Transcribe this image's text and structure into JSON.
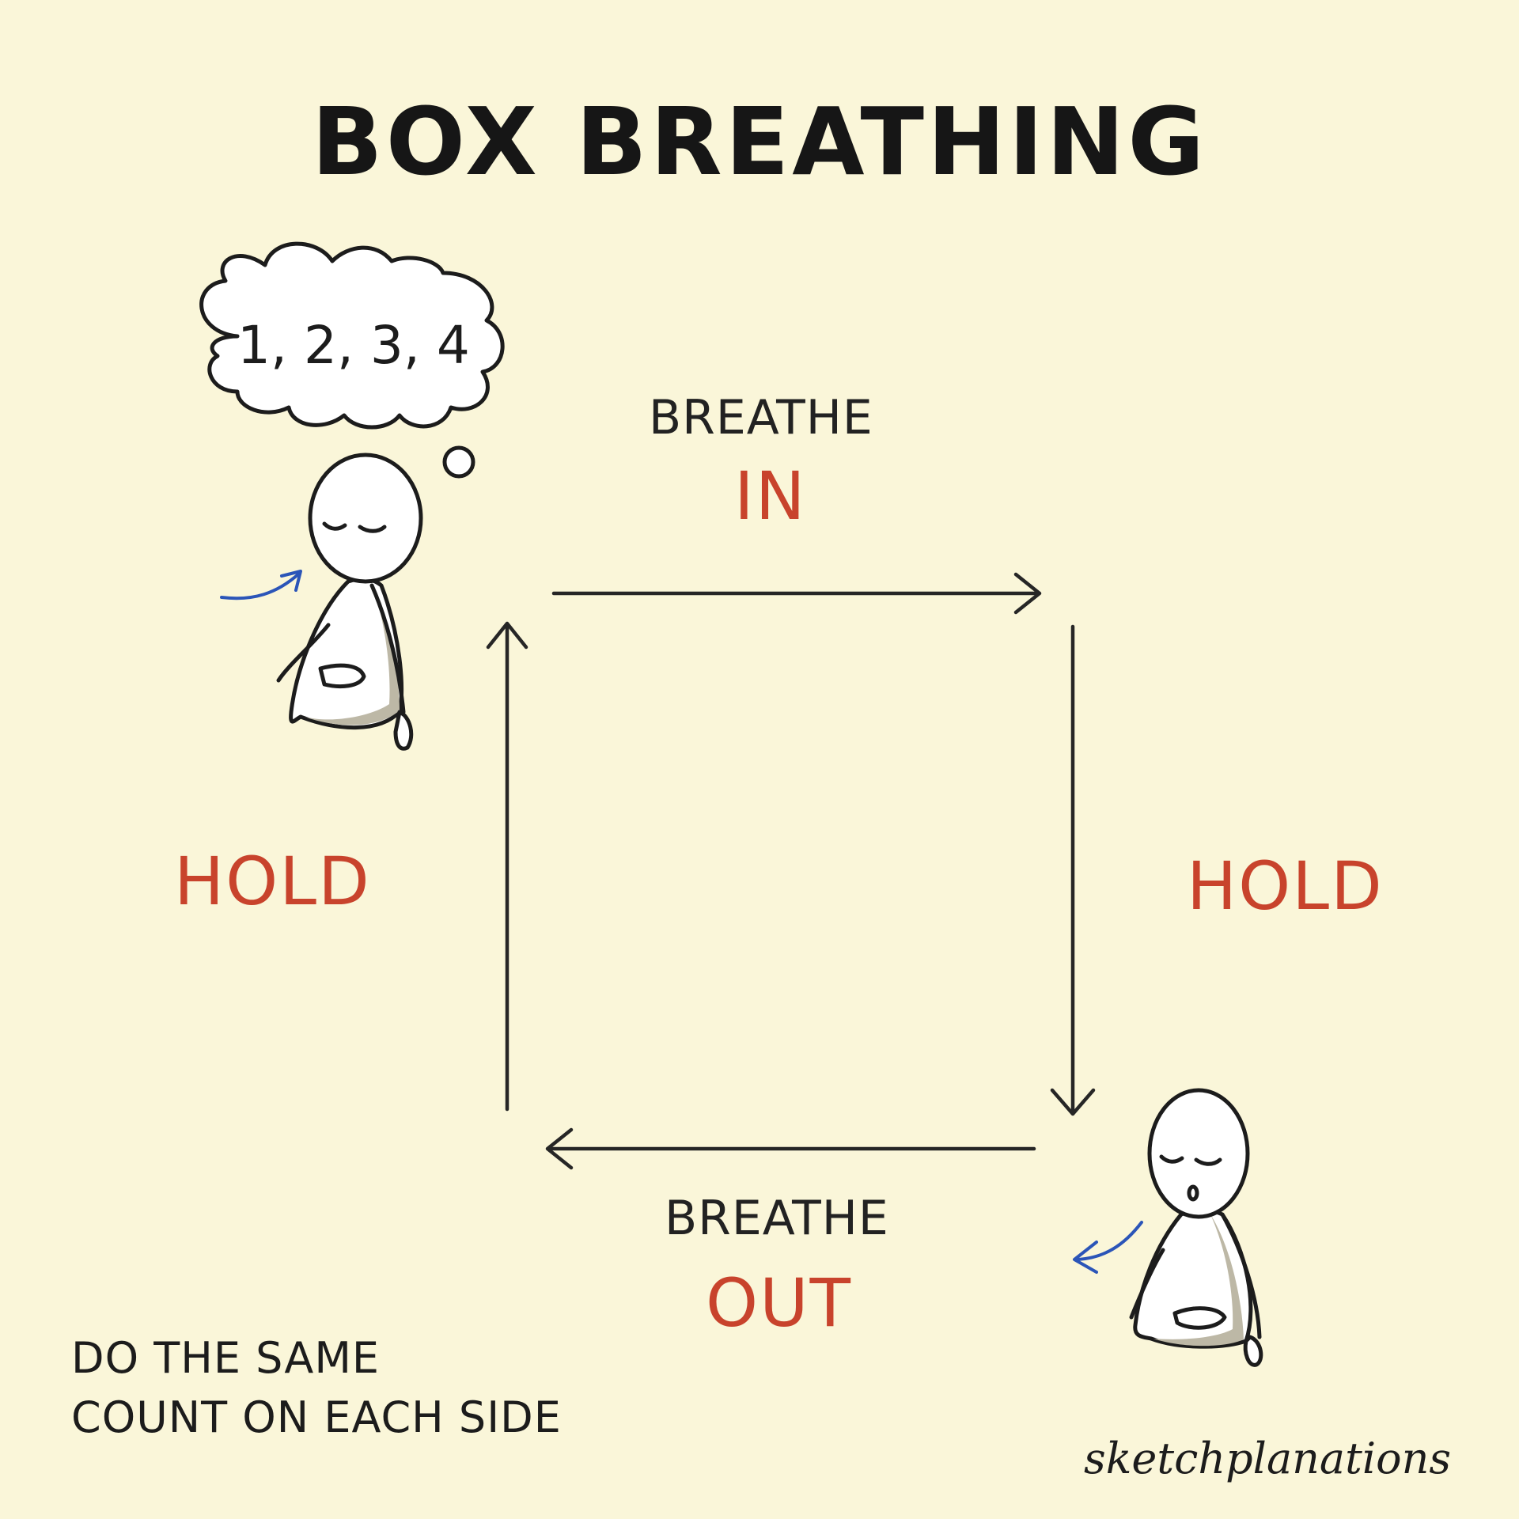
{
  "title": "BOX BREATHING",
  "thought": "1, 2, 3, 4",
  "top": {
    "line1": "BREATHE",
    "line2": "IN"
  },
  "left_label": "HOLD",
  "right_label": "HOLD",
  "bottom": {
    "line1": "BREATHE",
    "line2": "OUT"
  },
  "note": {
    "line1": "DO THE SAME",
    "line2": "COUNT ON EACH SIDE"
  },
  "credit": "sketchplanations",
  "colors": {
    "background": "#faf6d9",
    "ink": "#222222",
    "accent_red": "#c8432c",
    "arrow_blue": "#2b55b8",
    "body_shade": "#bdb8a6"
  }
}
